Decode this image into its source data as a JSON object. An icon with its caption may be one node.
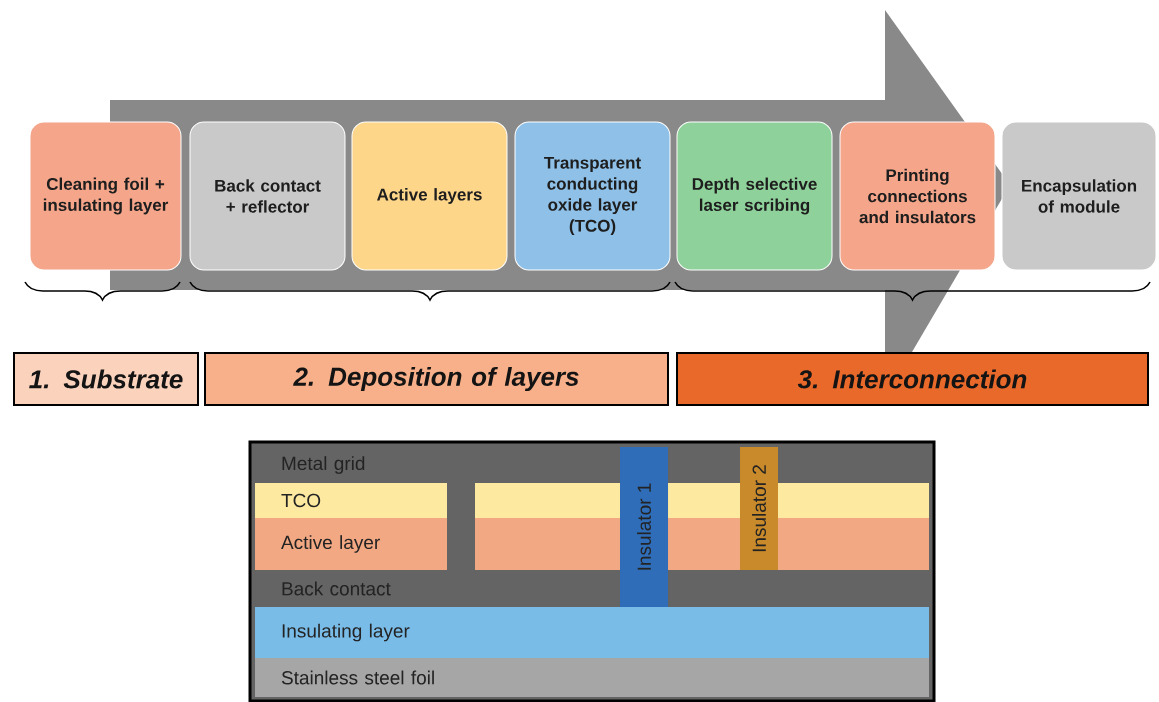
{
  "diagram": {
    "nodes": [
      {
        "text": [
          "Cleaning foil + insulating layer"
        ]
      },
      {
        "text": [
          "Back contact + reflector"
        ]
      },
      {
        "text": [
          "Active layers"
        ]
      },
      {
        "text": [
          "Transparent conducting oxide layer (TCO)"
        ]
      },
      {
        "text": [
          "Depth selective laser scribing"
        ]
      },
      {
        "text": [
          "Printing connections and insulators"
        ]
      },
      {
        "text": [
          "Encapsulation of module"
        ]
      },
      {
        "text": [
          "1. Substrate"
        ]
      },
      {
        "text": [
          "2. Deposition of layers"
        ]
      },
      {
        "text": [
          "3. Interconnection"
        ]
      },
      {
        "text": [
          "Metal grid"
        ]
      },
      {
        "text": [
          "TCO"
        ]
      },
      {
        "text": [
          "Active layer"
        ]
      },
      {
        "text": [
          "Back contact"
        ]
      },
      {
        "text": [
          "Insulating layer"
        ]
      },
      {
        "text": [
          "Stainless steel foil"
        ]
      },
      {
        "text": [
          "Insulator 1"
        ]
      },
      {
        "text": [
          "Insulator 2"
        ]
      }
    ],
    "edges": []
  }
}
